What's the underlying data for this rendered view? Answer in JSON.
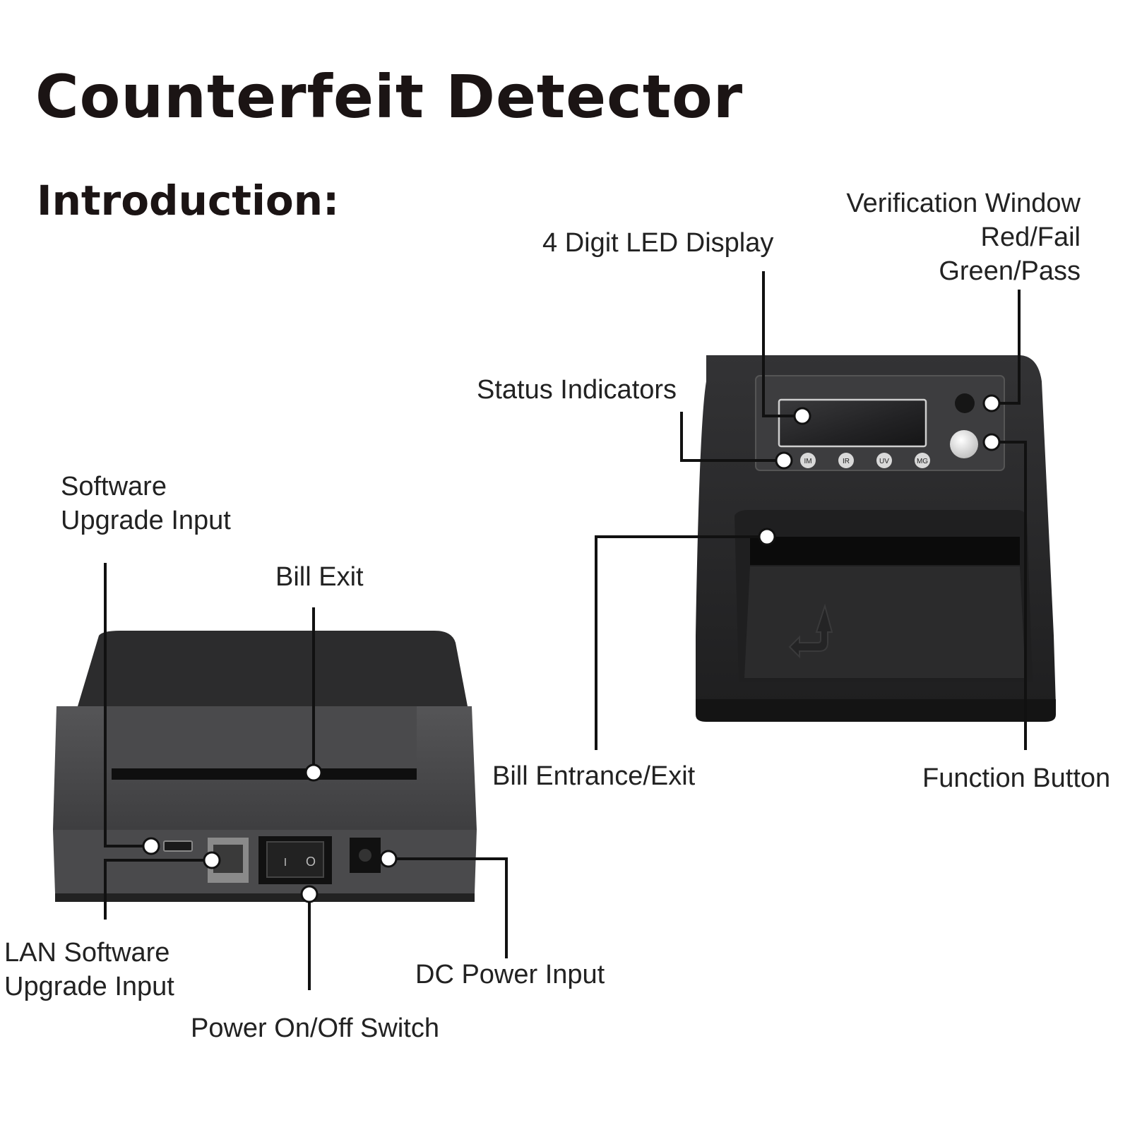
{
  "page": {
    "title": "Counterfeit Detector",
    "subtitle": "Introduction:"
  },
  "front_view": {
    "indicator_badges": [
      "IM",
      "IR",
      "UV",
      "MG"
    ],
    "labels": {
      "led_display": "4 Digit LED Display",
      "verification_window": [
        "Verification Window",
        "Red/Fail",
        "Green/Pass"
      ],
      "status_indicators": "Status Indicators",
      "bill_entrance_exit": "Bill Entrance/Exit",
      "function_button": "Function Button"
    }
  },
  "rear_view": {
    "switch_marks": [
      "I",
      "O"
    ],
    "labels": {
      "software_upgrade_input": [
        "Software",
        "Upgrade Input"
      ],
      "bill_exit": "Bill Exit",
      "lan_software_upgrade_input": [
        "LAN Software",
        "Upgrade Input"
      ],
      "power_switch": "Power On/Off Switch",
      "dc_power_input": "DC Power Input"
    }
  },
  "colors": {
    "device_body": "#2a2a2a",
    "device_dark": "#141414",
    "rear_body": "#4a4a4c",
    "panel": "#3c3c3e",
    "callout_line": "#111111",
    "callout_dot_fill": "#ffffff"
  }
}
